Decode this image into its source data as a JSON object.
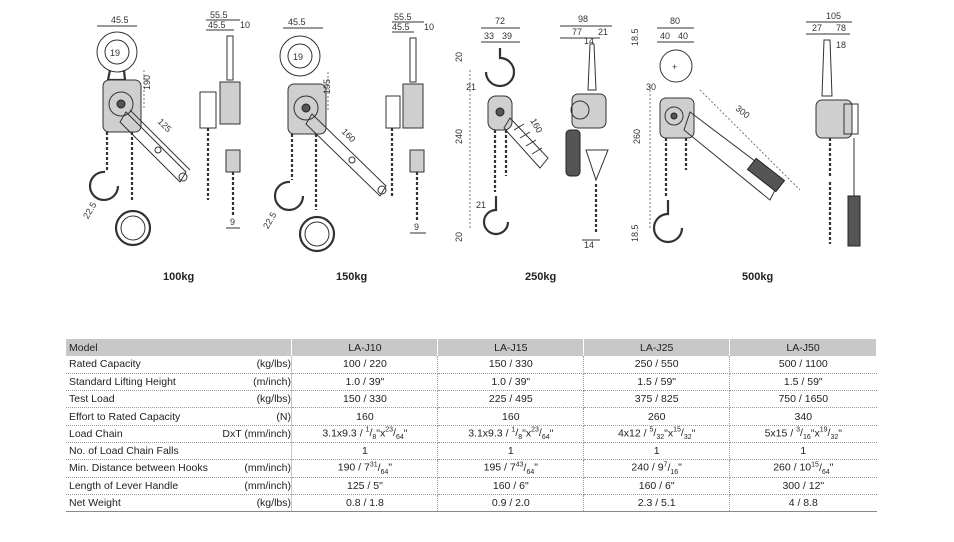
{
  "drawings": [
    {
      "capacity": "100kg",
      "dims": [
        "45.5",
        "55.5",
        "45.5",
        "10",
        "19",
        "190",
        "125",
        "22.5",
        "9"
      ]
    },
    {
      "capacity": "150kg",
      "dims": [
        "45.5",
        "55.5",
        "45.5",
        "10",
        "19",
        "195",
        "160",
        "22.5",
        "9"
      ]
    },
    {
      "capacity": "250kg",
      "dims": [
        "72",
        "33",
        "39",
        "98",
        "77",
        "21",
        "14",
        "20",
        "21",
        "240",
        "160",
        "21",
        "20",
        "14"
      ]
    },
    {
      "capacity": "500kg",
      "dims": [
        "80",
        "40",
        "40",
        "18.5",
        "30",
        "260",
        "300",
        "18.5",
        "105",
        "27",
        "78",
        "18"
      ]
    }
  ],
  "table": {
    "header": [
      "Model",
      "LA-J10",
      "LA-J15",
      "LA-J25",
      "LA-J50"
    ],
    "rows": [
      {
        "name": "Rated Capacity",
        "unit": "(kg/lbs)",
        "values": [
          "100 / 220",
          "150 / 330",
          "250 / 550",
          "500 / 1100"
        ]
      },
      {
        "name": "Standard Lifting Height",
        "unit": "(m/inch)",
        "values": [
          "1.0 / 39\"",
          "1.0 / 39\"",
          "1.5 / 59\"",
          "1.5 / 59\""
        ]
      },
      {
        "name": "Test  Load",
        "unit": "(kg/lbs)",
        "values": [
          "150 / 330",
          "225 / 495",
          "375 / 825",
          "750 / 1650"
        ]
      },
      {
        "name": "Effort to Rated Capacity",
        "unit": "(N)",
        "values": [
          "160",
          "160",
          "260",
          "340"
        ]
      },
      {
        "name": "Load Chain",
        "unit": "DxT (mm/inch)",
        "values": []
      },
      {
        "name": "No. of  Load Chain Falls",
        "unit": "",
        "values": [
          "1",
          "1",
          "1",
          "1"
        ]
      },
      {
        "name": "Min.  Distance between Hooks",
        "unit": "(mm/inch)",
        "values": []
      },
      {
        "name": "Length of  Lever Handle",
        "unit": "(mm/inch)",
        "values": [
          "125 / 5\"",
          "160 / 6\"",
          "160 / 6\"",
          "300 / 12\""
        ]
      },
      {
        "name": "Net Weight",
        "unit": "(kg/lbs)",
        "values": [
          "0.8 / 1.8",
          "0.9 / 2.0",
          "2.3 / 5.1",
          "4 / 8.8"
        ]
      }
    ],
    "chain": [
      {
        "pre": "3.1x9.3 / ",
        "a": "1",
        "b": "8",
        "mid": "\"x",
        "c": "23",
        "d": "64",
        "post": "\""
      },
      {
        "pre": "3.1x9.3 / ",
        "a": "1",
        "b": "8",
        "mid": "\"x",
        "c": "23",
        "d": "64",
        "post": "\""
      },
      {
        "pre": "4x12 / ",
        "a": "5",
        "b": "32",
        "mid": "\"x",
        "c": "15",
        "d": "32",
        "post": "\""
      },
      {
        "pre": "5x15 / ",
        "a": "3",
        "b": "16",
        "mid": "\"x",
        "c": "19",
        "d": "32",
        "post": "\""
      }
    ],
    "hooks": [
      {
        "pre": "190 / 7",
        "a": "31",
        "b": "64",
        "post": "\""
      },
      {
        "pre": "195 / 7",
        "a": "43",
        "b": "64",
        "post": "\""
      },
      {
        "pre": "240 / 9",
        "a": "7",
        "b": "16",
        "post": "\""
      },
      {
        "pre": "260 / 10",
        "a": "15",
        "b": "64",
        "post": "\""
      }
    ]
  }
}
